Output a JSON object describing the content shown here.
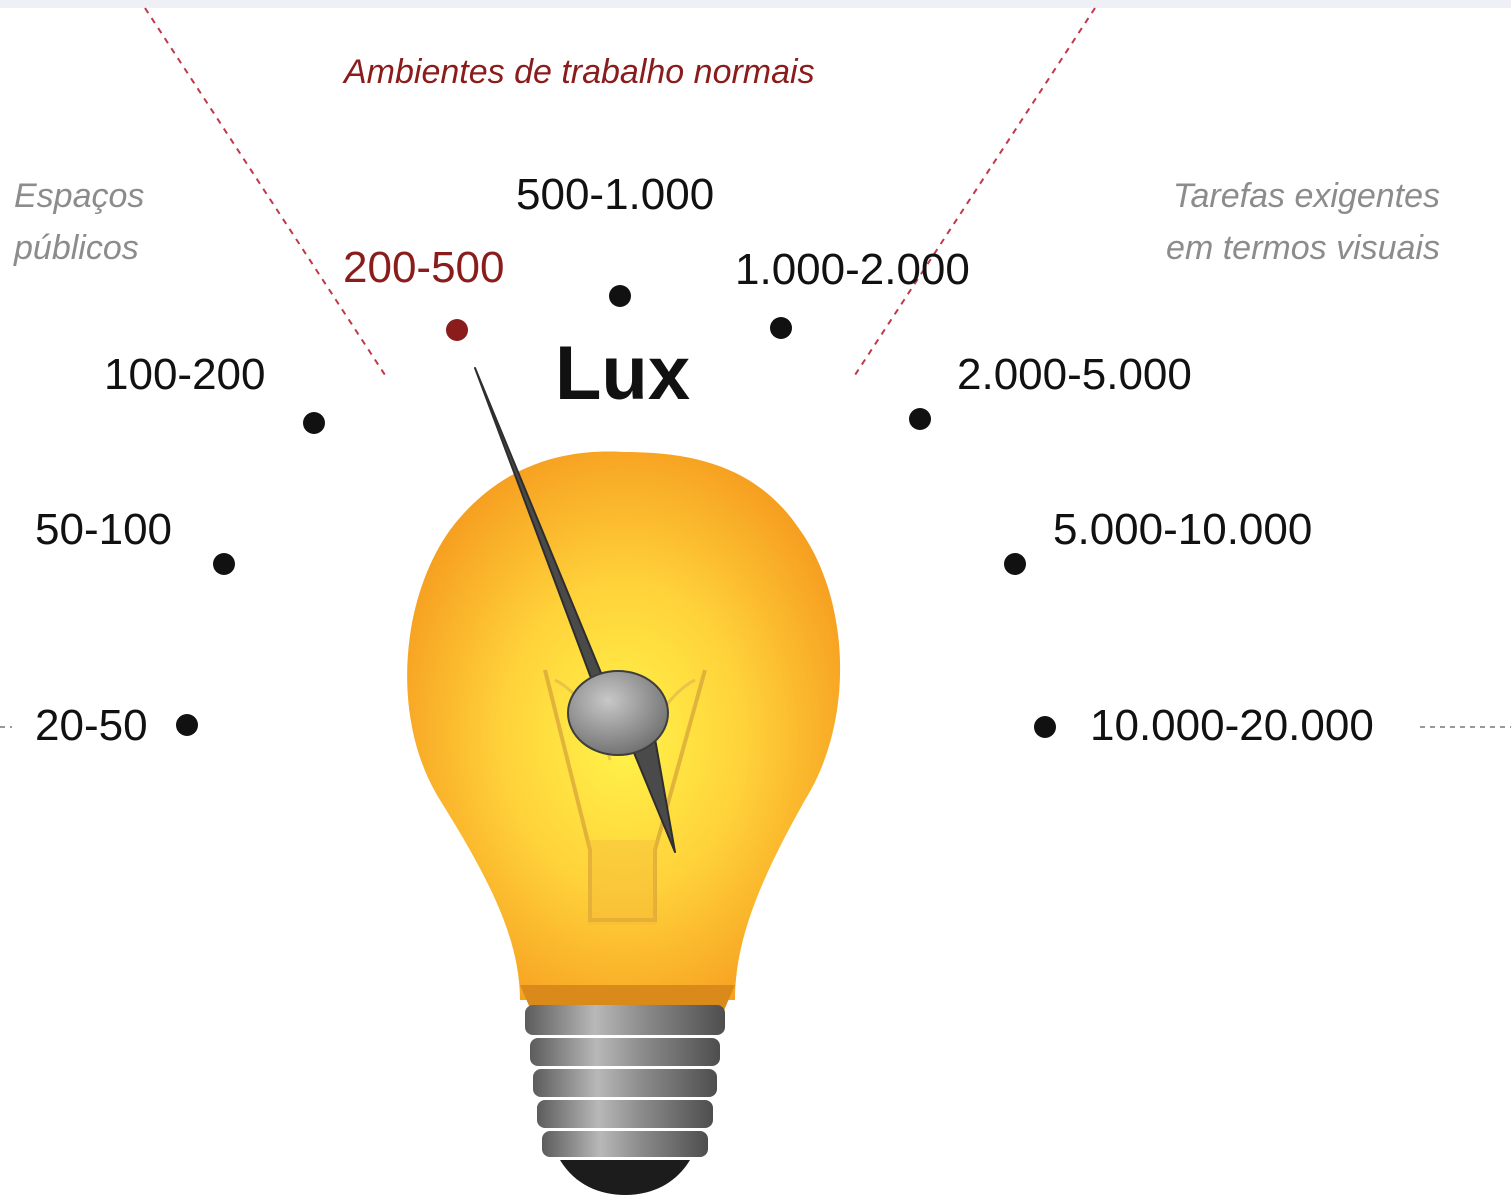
{
  "unit_label": "Lux",
  "zones": {
    "left": {
      "line1": "Espaços",
      "line2": "públicos"
    },
    "center": "Ambientes de trabalho normais",
    "right": {
      "line1": "Tarefas exigentes",
      "line2": "em termos visuais"
    }
  },
  "scale_labels": [
    "20-50",
    "50-100",
    "100-200",
    "200-500",
    "500-1.000",
    "1.000-2.000",
    "2.000-5.000",
    "5.000-10.000",
    "10.000-20.000"
  ],
  "pointer": {
    "selected_index": 3,
    "selected_label": "200-500"
  },
  "colors": {
    "highlight": "#8b1c1c",
    "dot": "#111111",
    "zone_text": "#8c8c8c",
    "bulb_center": "#ffe94a",
    "bulb_edge": "#f59a1a",
    "needle": "#4a4a4a",
    "base": "#8a8a8a"
  },
  "icons": [
    "light-bulb-icon",
    "gauge-needle-icon"
  ]
}
